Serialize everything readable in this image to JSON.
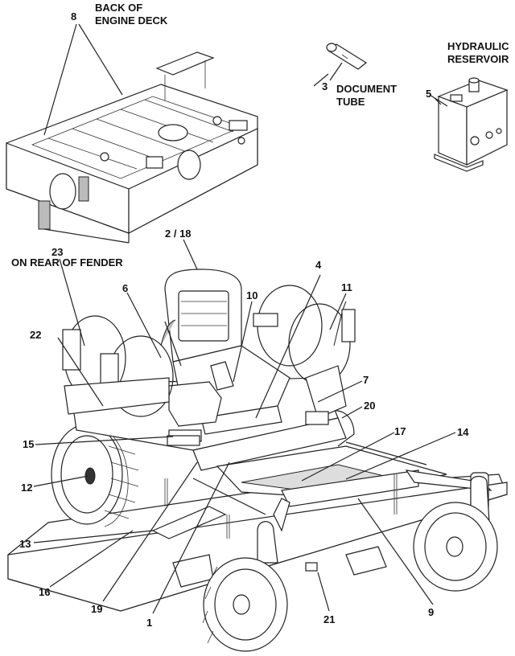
{
  "captions": {
    "engine_deck": [
      "BACK OF",
      "ENGINE DECK"
    ],
    "document_tube": [
      "DOCUMENT",
      "TUBE"
    ],
    "hydraulic_reservoir": [
      "HYDRAULIC",
      "RESERVOIR"
    ],
    "rear_fender": "ON REAR OF FENDER"
  },
  "callouts": {
    "c1": "1",
    "c2_18": "2 / 18",
    "c3": "3",
    "c4": "4",
    "c5": "5",
    "c6": "6",
    "c7": "7",
    "c8": "8",
    "c9": "9",
    "c10": "10",
    "c11": "11",
    "c12": "12",
    "c13": "13",
    "c14": "14",
    "c15": "15",
    "c16": "16",
    "c17": "17",
    "c19": "19",
    "c20": "20",
    "c21": "21",
    "c22": "22",
    "c23": "23"
  }
}
